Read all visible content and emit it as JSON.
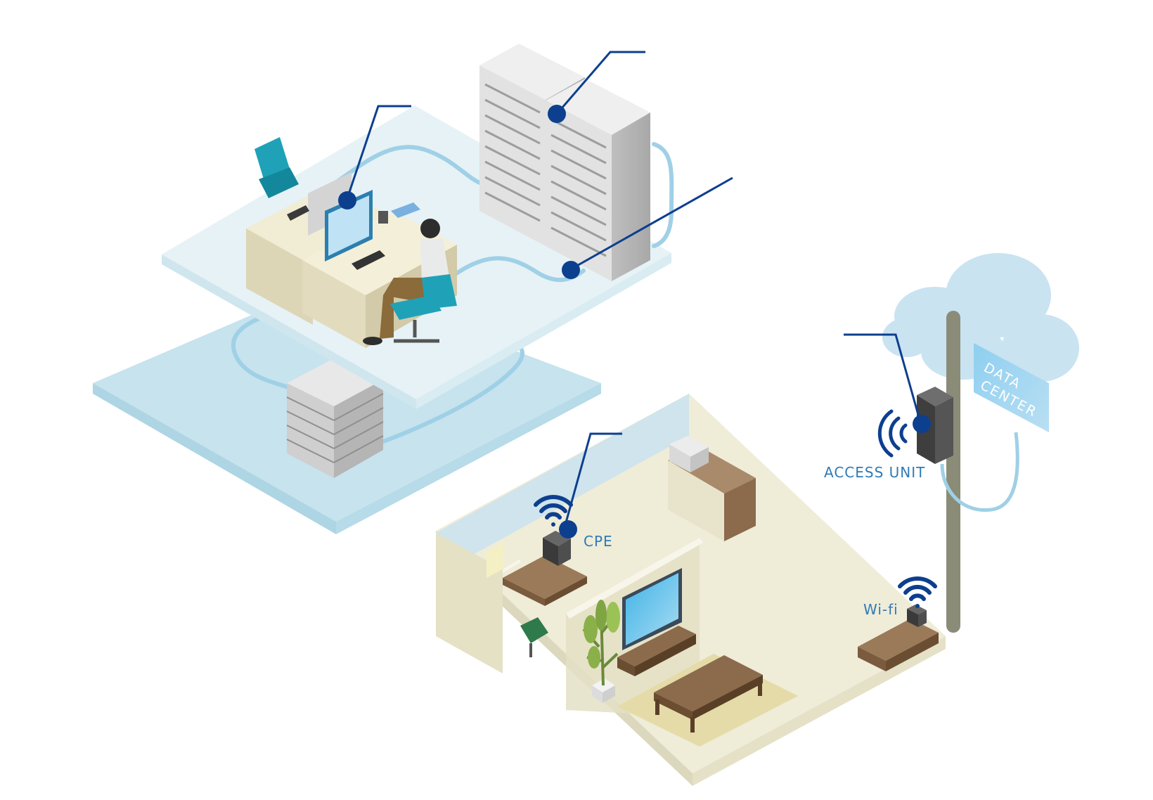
{
  "labels": {
    "access_unit": "ACCESS UNIT",
    "cpe": "CPE",
    "wifi": "Wi-fi",
    "data_center_line1": "DATA",
    "data_center_line2": "CENTER"
  },
  "colors": {
    "callout": "#0d3f8f",
    "cable": "#9fd0e6",
    "label_text": "#2e7bb6",
    "office_floor": "#e3f1f6",
    "lower_floor": "#c6e3ee",
    "home_floor": "#efecd8",
    "wall": "#e4e1c5",
    "chair": "#1fa2b8",
    "wood": "#8b6b4c",
    "cloud": "#c9e3f1",
    "data_center_sign": "#7fc3ea",
    "pole": "#8a8c78"
  },
  "icons": [
    "wifi-icon",
    "cloud-icon",
    "server-rack-icon",
    "person-icon",
    "tv-icon",
    "plant-icon"
  ]
}
